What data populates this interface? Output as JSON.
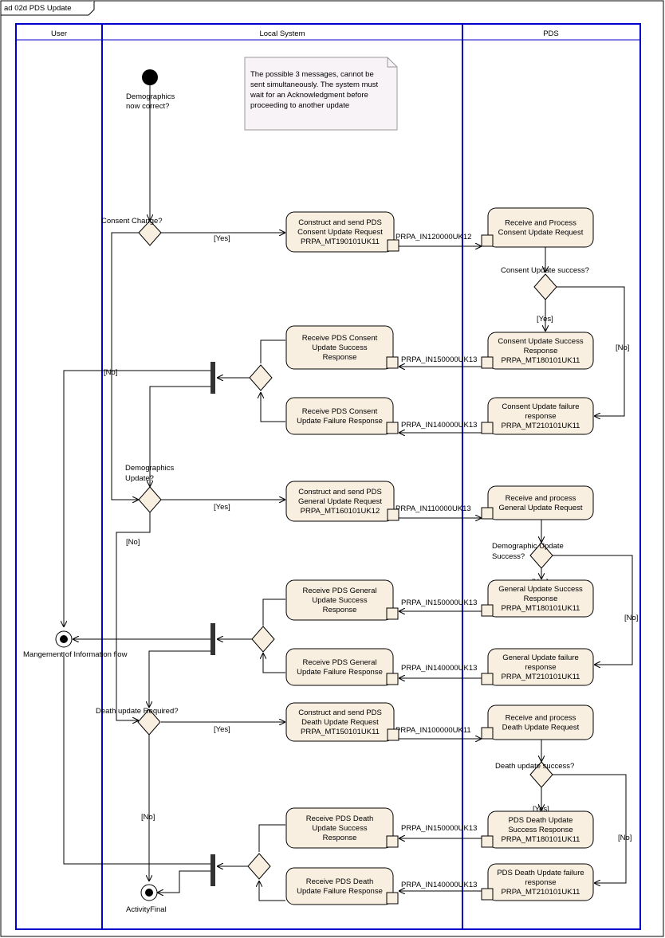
{
  "frame_title": "ad 02d PDS Update",
  "swimlanes": {
    "user": "User",
    "local": "Local System",
    "pds": "PDS"
  },
  "note": {
    "lines": [
      "The possible 3 messages, cannot be",
      "sent simultaneously.  The system must",
      "wait for an Acknowledgment before",
      "proceeding to another update"
    ]
  },
  "start_label": [
    "Demographics",
    "now correct?"
  ],
  "decisions": {
    "consent_change": "Consent Change?",
    "demographics_update": [
      "Demographics",
      "Update?"
    ],
    "death_update_required": "Death update Required?",
    "consent_update_success": "Consent Update success?",
    "demographic_update_success": [
      "Demographic Update",
      "Success?"
    ],
    "death_update_success": "Death update success?"
  },
  "guards": {
    "yes": "[Yes]",
    "no": "[No]"
  },
  "actions": {
    "construct_consent": [
      "Construct and send PDS",
      "Consent Update Request",
      "PRPA_MT190101UK11"
    ],
    "receive_process_consent": [
      "Receive and Process",
      "Consent Update Request"
    ],
    "receive_consent_success": [
      "Receive  PDS Consent",
      "Update Success",
      "Response"
    ],
    "consent_success_response": [
      "Consent Update Success",
      "Response",
      "PRPA_MT180101UK11"
    ],
    "receive_consent_failure": [
      "Receive  PDS Consent",
      "Update Failure Response"
    ],
    "consent_failure_response": [
      "Consent Update failure",
      "response",
      "PRPA_MT210101UK11"
    ],
    "construct_general": [
      "Construct and send PDS",
      "General Update Request",
      "PRPA_MT160101UK12"
    ],
    "receive_process_general": [
      "Receive and process",
      "General Update Request"
    ],
    "receive_general_success": [
      "Receive  PDS General",
      "Update Success",
      "Response"
    ],
    "general_success_response": [
      "General Update Success",
      "Response",
      "PRPA_MT180101UK11"
    ],
    "receive_general_failure": [
      "Receive  PDS General",
      "Update Failure Response"
    ],
    "general_failure_response": [
      "General Update failure",
      "response",
      "PRPA_MT210101UK11"
    ],
    "construct_death": [
      "Construct and send PDS",
      "Death Update Request",
      "PRPA_MT150101UK11"
    ],
    "receive_process_death": [
      "Receive and process",
      "Death Update Request"
    ],
    "receive_death_success": [
      "Receive  PDS Death",
      "Update Success",
      "Response"
    ],
    "death_success_response": [
      "PDS Death Update",
      "Success Response",
      "PRPA_MT180101UK11"
    ],
    "receive_death_failure": [
      "Receive  PDS Death",
      "Update Failure Response"
    ],
    "death_failure_response": [
      "PDS Death Update failure",
      "response",
      "PRPA_MT210101UK11"
    ]
  },
  "messages": {
    "consent_request": "PRPA_IN120000UK12",
    "consent_success": "PRPA_IN150000UK13",
    "consent_failure": "PRPA_IN140000UK13",
    "general_request": "PRPA_IN110000UK13",
    "general_success": "PRPA_IN150000UK13",
    "general_failure": "PRPA_IN140000UK13",
    "death_request": "PRPA_IN100000UK11",
    "death_success": "PRPA_IN150000UK13",
    "death_failure": "PRPA_IN140000UK13"
  },
  "finals": {
    "info_flow": "Mangement of Information flow",
    "activity_final": "ActivityFinal"
  },
  "colors": {
    "lane_border": "#0000cc",
    "action_fill": "#f9efe1",
    "note_fill": "#f7f3f7",
    "line": "#000000",
    "fork_bar": "#333333"
  }
}
